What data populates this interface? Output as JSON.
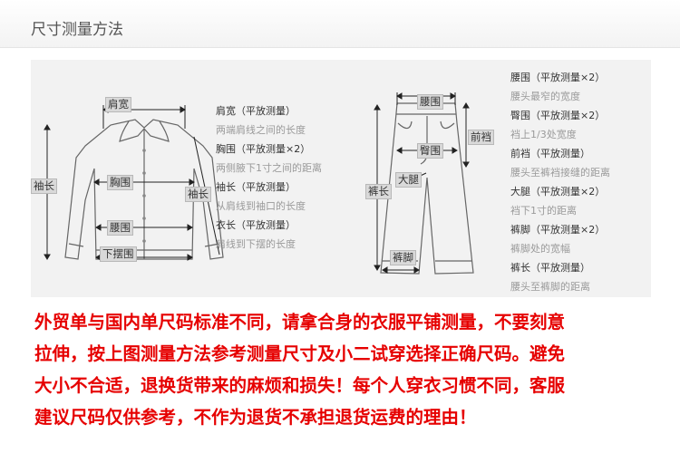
{
  "header": {
    "title": "尺寸测量方法"
  },
  "shirt": {
    "labels": {
      "shoulder": "肩宽",
      "chest": "胸围",
      "sleeve": "袖长",
      "sleeve2": "袖长",
      "waist": "腰围",
      "hem": "下摆围"
    },
    "descriptions": [
      {
        "title": "肩宽（平放测量）",
        "sub": "两端肩线之间的长度"
      },
      {
        "title": "胸围（平放测量×2）",
        "sub": "两侧腋下1寸之间的距离"
      },
      {
        "title": "袖长（平放测量）",
        "sub": "从肩线到袖口的长度"
      },
      {
        "title": "衣长（平放测量）",
        "sub": "肩线到下摆的长度"
      }
    ]
  },
  "pants": {
    "labels": {
      "waist": "腰围",
      "hip": "臀围",
      "front_rise": "前裆",
      "thigh": "大腿",
      "length": "裤长",
      "leg_opening": "裤脚"
    },
    "descriptions": [
      {
        "title": "腰围（平放测量×2）",
        "sub": "腰头最窄的宽度"
      },
      {
        "title": "臀围（平放测量×2）",
        "sub": "裆上1/3处宽度"
      },
      {
        "title": "前裆（平放测量）",
        "sub": "腰头至裤裆接缝的距离"
      },
      {
        "title": "大腿（平放测量×2）",
        "sub": "裆下1寸的距离"
      },
      {
        "title": "裤脚（平放测量×2）",
        "sub": "裤脚处的宽幅"
      },
      {
        "title": "裤长（平放测量）",
        "sub": "腰头至裤脚的距离"
      }
    ]
  },
  "notice": {
    "lines": [
      "外贸单与国内单尺码标准不同，请拿合身的衣服平铺测量，不要刻意",
      "拉伸，按上图测量方法参考测量尺寸及小二试穿选择正确尺码。避免",
      "大小不合适，退换货带来的麻烦和损失！每个人穿衣习惯不同，客服",
      "建议尺码仅供参考，不作为退货不承担退货运费的理由！"
    ]
  },
  "colors": {
    "notice": "#e60000",
    "line": "#666666",
    "label_bg": "#d9d9d9"
  }
}
